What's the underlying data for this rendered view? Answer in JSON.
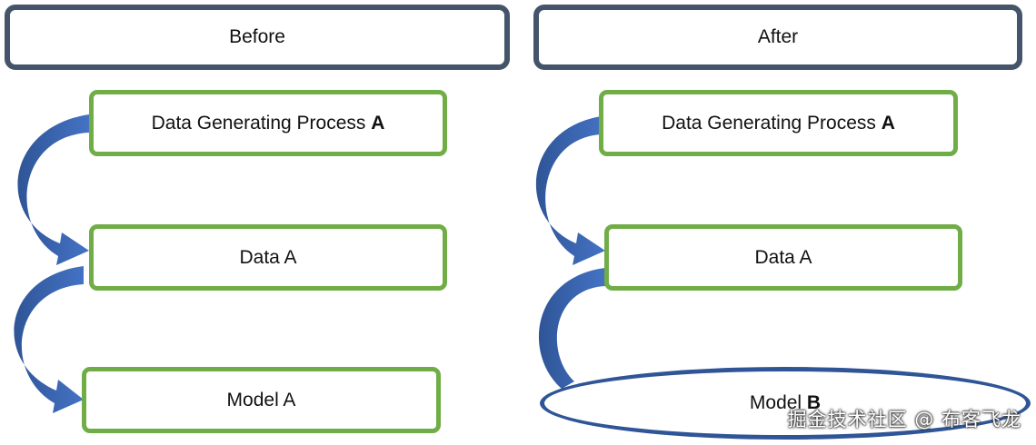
{
  "headers": {
    "before": "Before",
    "after": "After"
  },
  "before": {
    "dgp_text": "Data Generating Process ",
    "dgp_bold": "A",
    "data": "Data A",
    "model": "Model A"
  },
  "after": {
    "dgp_text": "Data Generating Process ",
    "dgp_bold": "A",
    "data": "Data A",
    "model_text": "Model ",
    "model_bold": "B"
  },
  "watermark": "掘金技术社区 @ 布客飞龙",
  "colors": {
    "header_border": "#44546a",
    "node_border": "#70ad47",
    "arrow": "#2f5597",
    "ellipse_border": "#2f5597"
  }
}
